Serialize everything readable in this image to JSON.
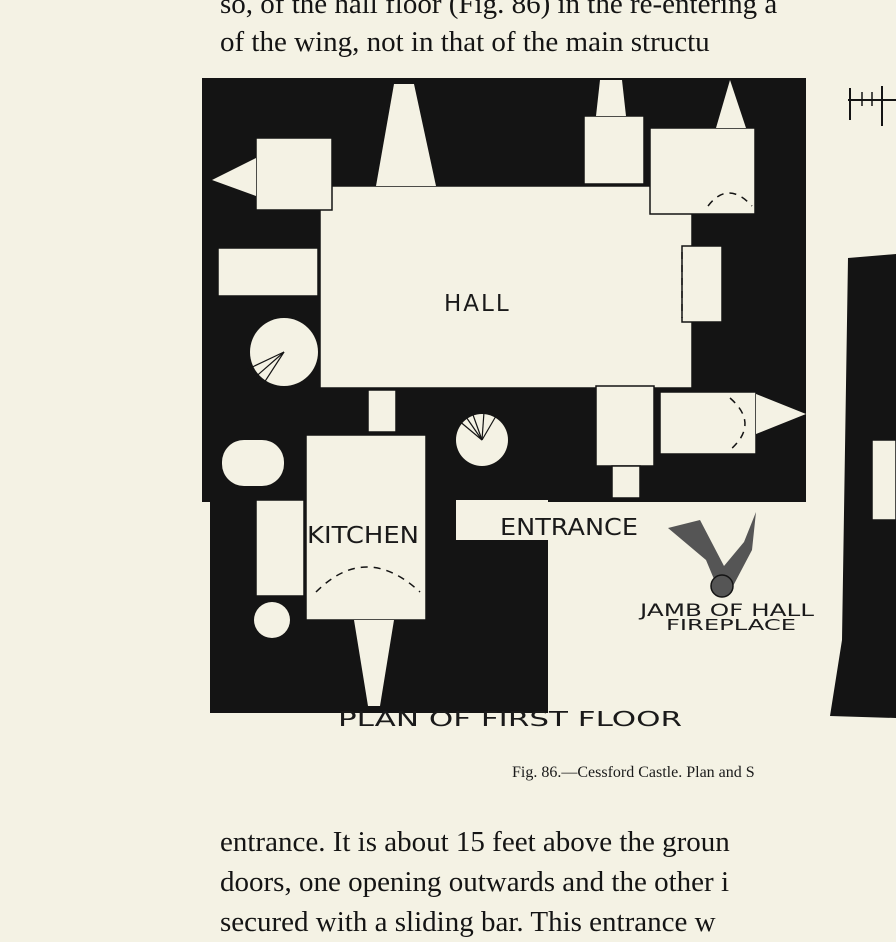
{
  "text_top": [
    "so, of the hall floor (Fig. 86) in the re-entering a",
    "of the wing, not in that of the main structu"
  ],
  "figure": {
    "labels": {
      "hall": "HALL",
      "kitchen": "KITCHEN",
      "entrance": "ENTRANCE",
      "jamb_line1": "JAMB OF HALL",
      "jamb_line2": "FIREPLACE",
      "plan_title": "PLAN OF FIRST FLOOR"
    },
    "caption": "Fig. 86.—Cessford Castle. Plan and S"
  },
  "text_bottom": [
    "entrance. It is about 15 feet above the groun",
    "doors, one opening outwards and the other i",
    "secured with a sliding bar. This entrance w"
  ],
  "colors": {
    "ink": "#141414",
    "paper": "#f4f2e4"
  }
}
